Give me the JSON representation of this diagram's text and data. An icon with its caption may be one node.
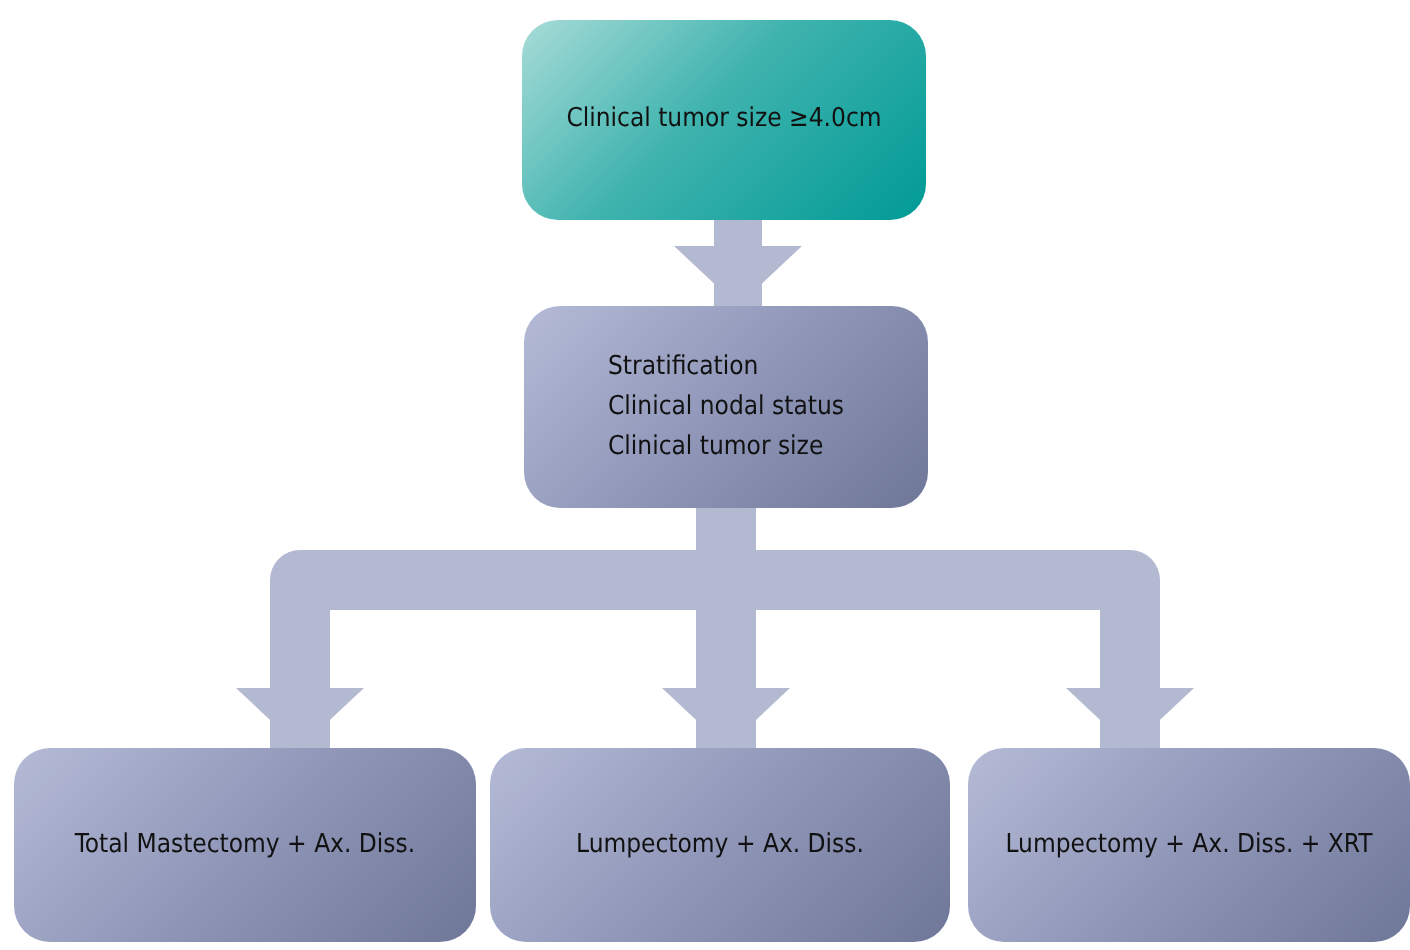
{
  "diagram": {
    "nodes": [
      {
        "text": [
          "Clinical tumor size ≥4.0cm"
        ]
      },
      {
        "text": [
          "Stratification",
          "Clinical nodal status",
          "Clinical tumor size"
        ]
      },
      {
        "text": [
          "Total Mastectomy + Ax. Diss."
        ]
      },
      {
        "text": [
          "Lumpectomy + Ax. Diss."
        ]
      },
      {
        "text": [
          "Lumpectomy + Ax. Diss. + XRT"
        ]
      }
    ],
    "edges": [
      {
        "from": 0,
        "to": 1,
        "arrow": "to"
      },
      {
        "from": 1,
        "to": 2,
        "arrow": "to"
      },
      {
        "from": 1,
        "to": 3,
        "arrow": "to"
      },
      {
        "from": 1,
        "to": 4,
        "arrow": "to"
      }
    ]
  }
}
